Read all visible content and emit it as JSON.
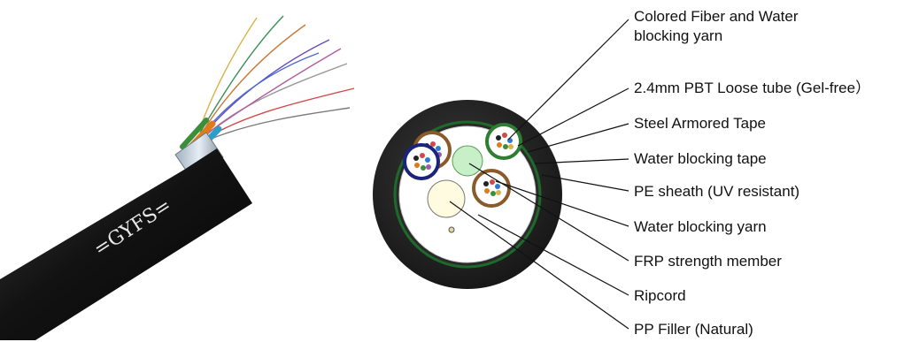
{
  "cable_marking": "=GYFS=",
  "labels": [
    {
      "id": "colored-fiber",
      "line1": "Colored Fiber and Water",
      "line2": "blocking yarn"
    },
    {
      "id": "loose-tube",
      "line1": "2.4mm PBT Loose tube (Gel-free）"
    },
    {
      "id": "steel-tape",
      "line1": "Steel Armored Tape"
    },
    {
      "id": "wb-tape",
      "line1": "Water blocking tape"
    },
    {
      "id": "pe-sheath",
      "line1": "PE sheath (UV resistant)"
    },
    {
      "id": "wb-yarn",
      "line1": "Water blocking yarn"
    },
    {
      "id": "frp",
      "line1": "FRP strength member"
    },
    {
      "id": "ripcord",
      "line1": "Ripcord"
    },
    {
      "id": "pp-filler",
      "line1": "PP Filler (Natural)"
    }
  ],
  "colors": {
    "sheath": "#1f1f1f",
    "armor_ring": "#2e7d32",
    "frp": "#c8f0c8",
    "filler": "#fffbe0",
    "tube_brown": "#8b5a2b",
    "tube_green": "#2e7d32",
    "tube_blue": "#1a237e"
  }
}
